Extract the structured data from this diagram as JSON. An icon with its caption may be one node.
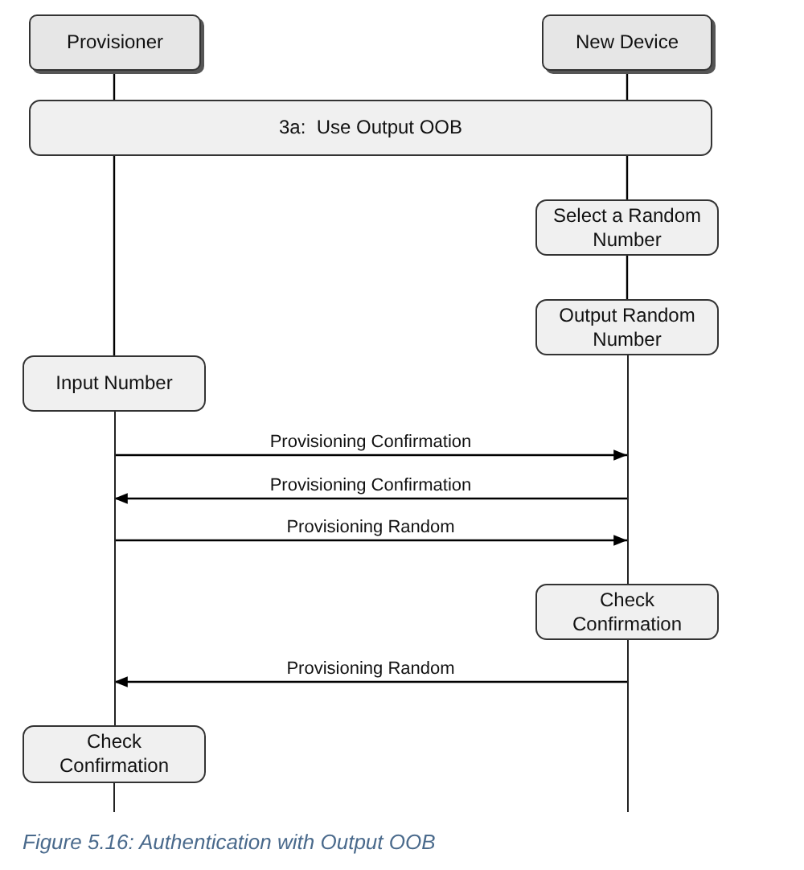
{
  "diagram": {
    "caption": "Figure 5.16: Authentication with Output OOB",
    "nodes": [
      {
        "text": [
          "Provisioner"
        ]
      },
      {
        "text": [
          "New Device"
        ]
      },
      {
        "text": [
          "3a:  Use Output OOB"
        ]
      },
      {
        "text": [
          "Select a Random Number"
        ]
      },
      {
        "text": [
          "Output Random Number"
        ]
      },
      {
        "text": [
          "Input Number"
        ]
      },
      {
        "text": [
          "Check Confirmation"
        ]
      },
      {
        "text": [
          "Check Confirmation"
        ]
      },
      {
        "text": [],
        "shape": "bar"
      },
      {
        "text": [],
        "shape": "bar"
      },
      {
        "text": [],
        "shape": "bar"
      }
    ],
    "edges": [
      {
        "from": 8,
        "to": 9,
        "arrow": "to",
        "label": "Provisioning Confirmation"
      },
      {
        "from": 9,
        "to": 8,
        "arrow": "to",
        "label": "Provisioning Confirmation"
      },
      {
        "from": 8,
        "to": 9,
        "arrow": "to",
        "label": "Provisioning Random"
      },
      {
        "from": 10,
        "to": 8,
        "arrow": "to",
        "label": "Provisioning Random"
      },
      {
        "from": 0,
        "to": 2,
        "arrow": "none"
      },
      {
        "from": 1,
        "to": 2,
        "arrow": "none"
      },
      {
        "from": 2,
        "to": 5,
        "arrow": "none"
      },
      {
        "from": 2,
        "to": 3,
        "arrow": "none"
      },
      {
        "from": 3,
        "to": 4,
        "arrow": "none"
      }
    ]
  }
}
